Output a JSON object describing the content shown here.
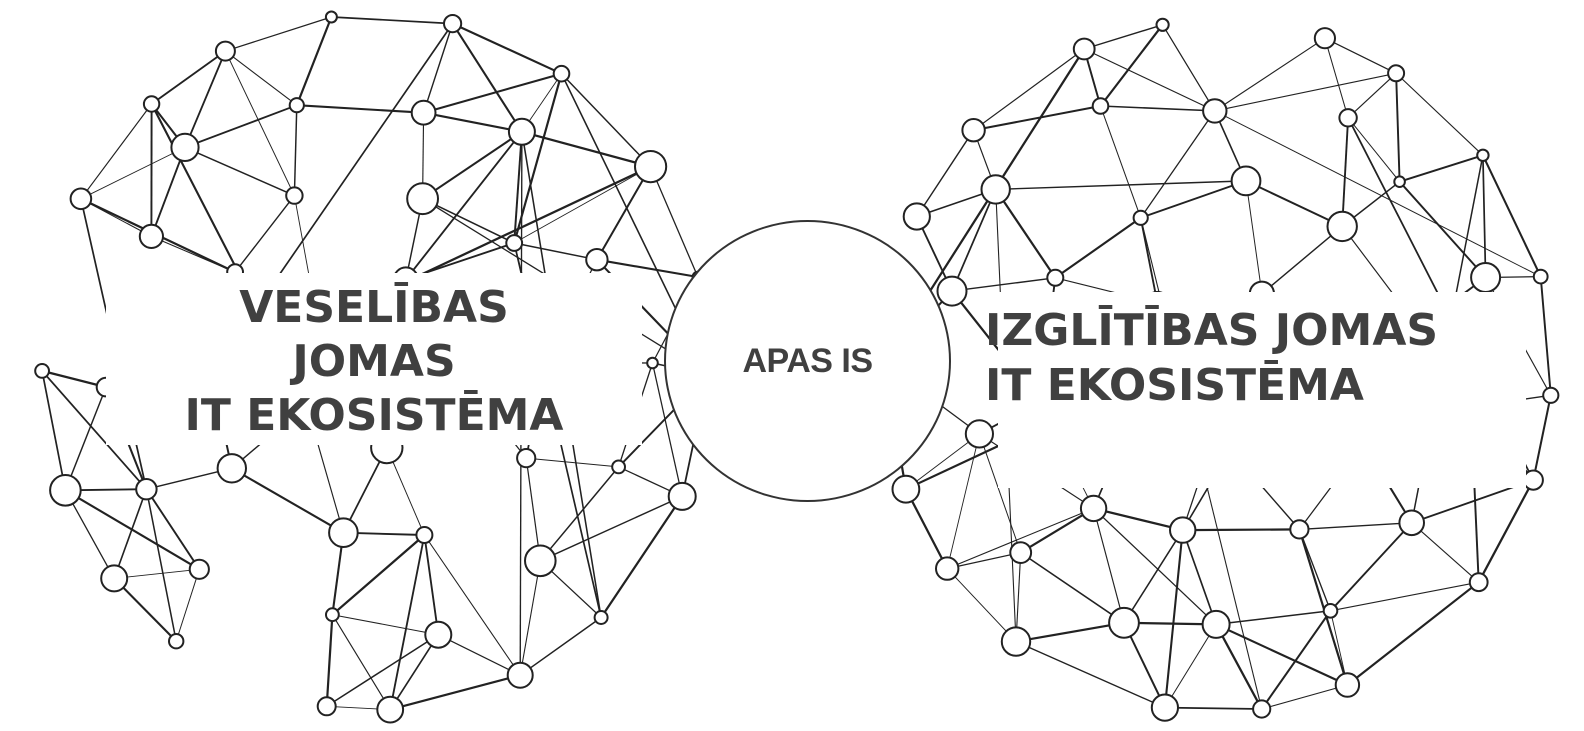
{
  "left_sphere": {
    "line1": "VESELĪBAS",
    "line2": "JOMAS",
    "line3": "IT EKOSISTĒMA"
  },
  "center": {
    "label": "APAS IS"
  },
  "right_sphere": {
    "line1": "IZGLĪTĪBAS JOMAS",
    "line2": "IT EKOSISTĒMA"
  },
  "colors": {
    "text": "#404040",
    "line": "#222222",
    "background": "#ffffff"
  }
}
